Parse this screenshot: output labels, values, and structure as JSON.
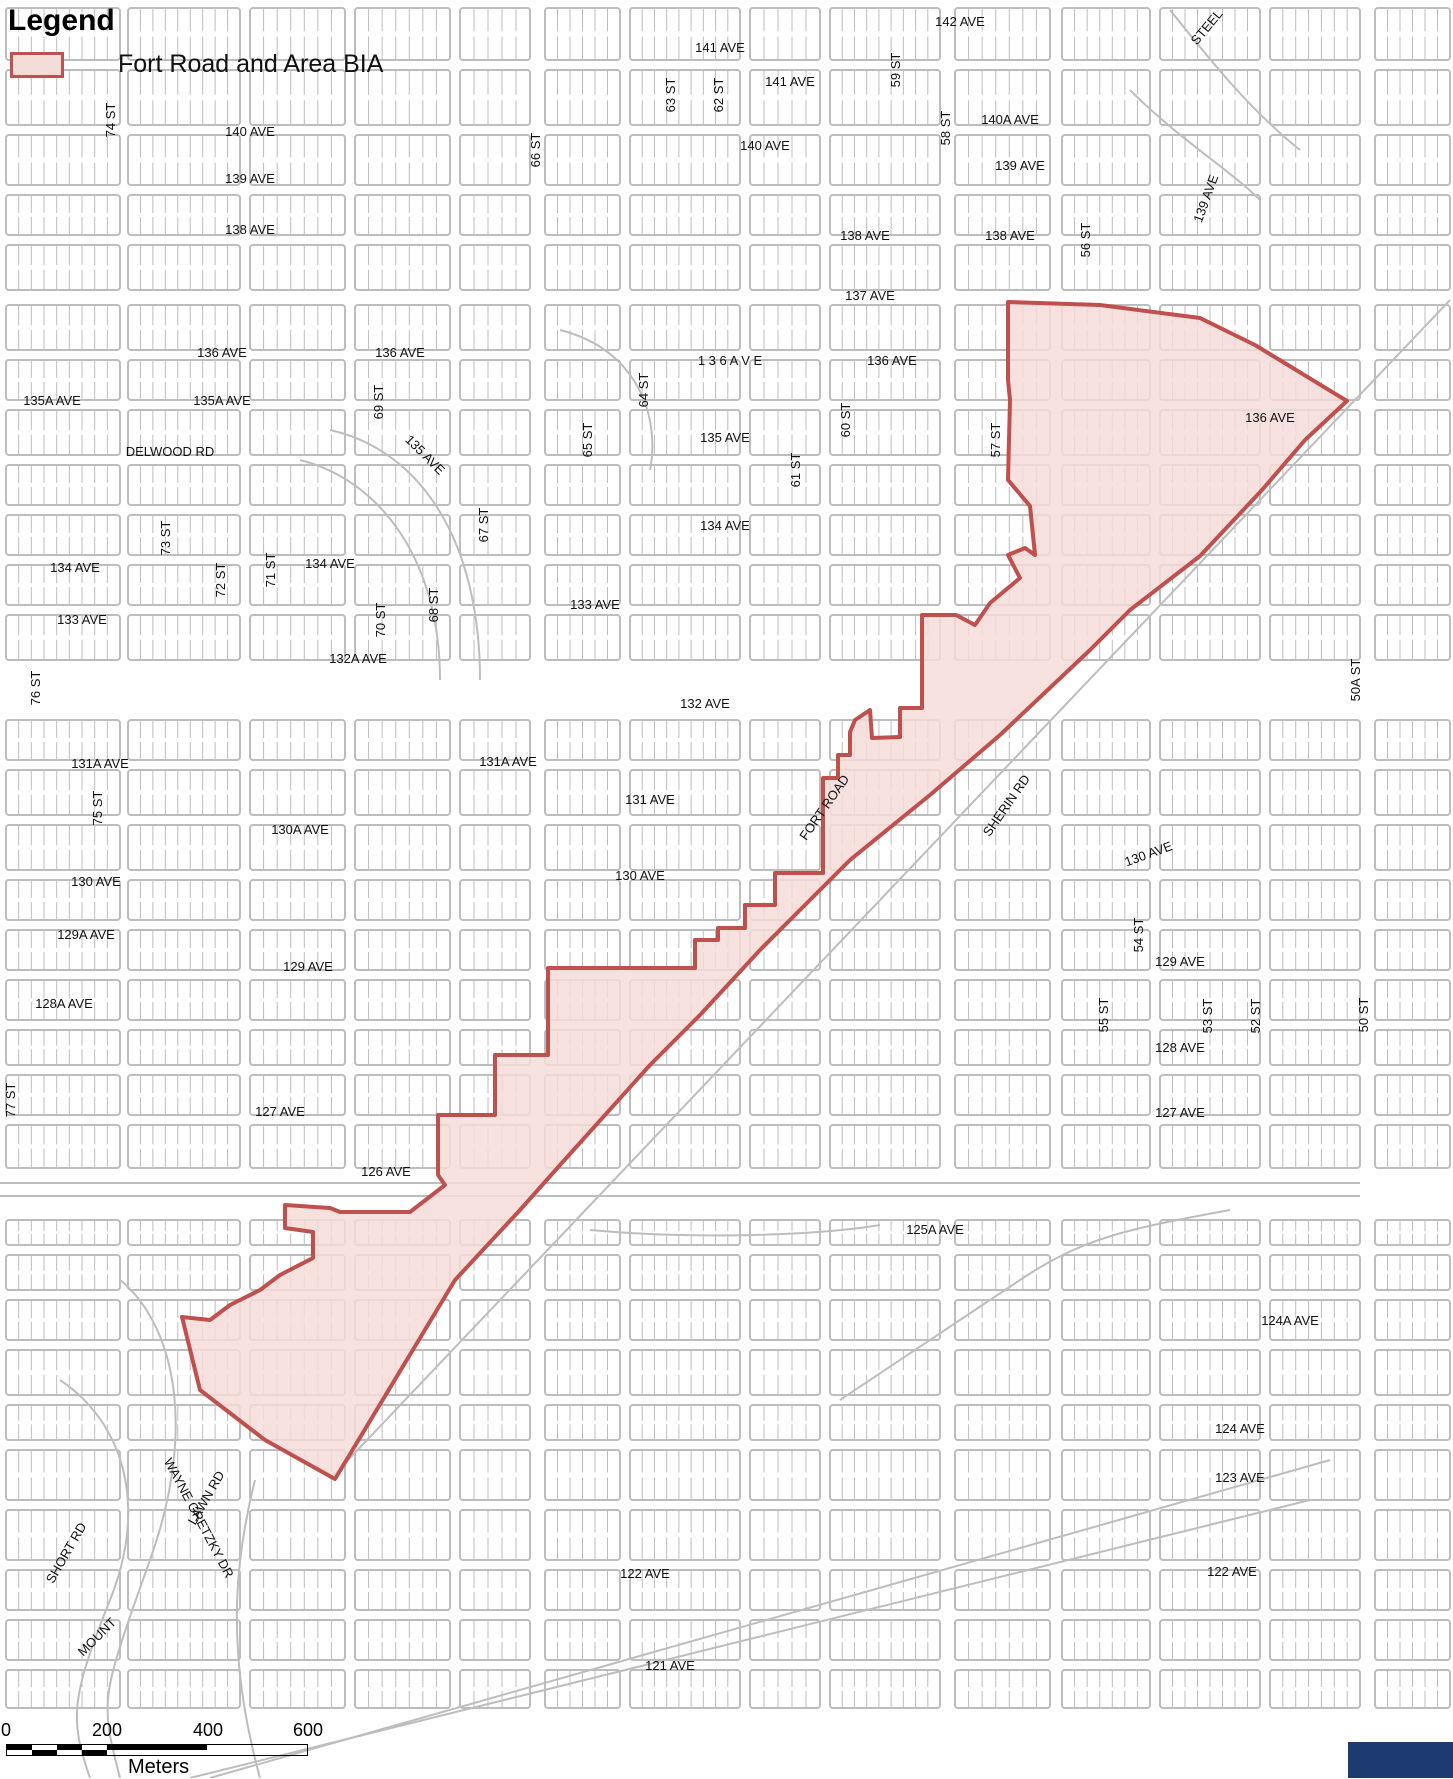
{
  "legend": {
    "title": "Legend",
    "items": [
      {
        "label": "Fort Road and Area BIA",
        "fill": "#f4dcd9",
        "stroke": "#c0504d"
      }
    ]
  },
  "colors": {
    "street_lines": "#bdbdbd",
    "boundary": "#c0504d",
    "area_fill": "#f4dcd9",
    "text": "#111111"
  },
  "street_labels": [
    "142 AVE",
    "141 AVE",
    "141 AVE",
    "140A AVE",
    "140 AVE",
    "140 AVE",
    "139 AVE",
    "139 AVE",
    "139 AVE",
    "138 AVE",
    "138 AVE",
    "138 AVE",
    "137 AVE",
    "136 AVE",
    "136 AVE",
    "1 3 6   A V E",
    "136 AVE",
    "136 AVE",
    "135A AVE",
    "135A AVE",
    "135 AVE",
    "135 AVE",
    "DELWOOD RD",
    "134 AVE",
    "134 AVE",
    "134 AVE",
    "133 AVE",
    "133 AVE",
    "132A AVE",
    "132 AVE",
    "131A AVE",
    "131A AVE",
    "131 AVE",
    "130A AVE",
    "130 AVE",
    "130 AVE",
    "130 AVE",
    "129A AVE",
    "129 AVE",
    "129 AVE",
    "128A AVE",
    "128 AVE",
    "127 AVE",
    "127 AVE",
    "126 AVE",
    "125A AVE",
    "124A AVE",
    "124 AVE",
    "123 AVE",
    "122 AVE",
    "122 AVE",
    "121 AVE",
    "FORT ROAD",
    "SHERIN RD",
    "STEEL",
    "WAYNE GRETZKY DR",
    "LAWN RD",
    "SHORT RD",
    "MOUNT",
    "74 ST",
    "66 ST",
    "63 ST",
    "62 ST",
    "59 ST",
    "58 ST",
    "64 ST",
    "61 ST",
    "56 ST",
    "50A ST",
    "73 ST",
    "72 ST",
    "71 ST",
    "70 ST",
    "69 ST",
    "68 ST",
    "67 ST",
    "65 ST",
    "60 ST",
    "57 ST",
    "55 ST",
    "54 ST",
    "53 ST",
    "52 ST",
    "50 ST",
    "76 ST",
    "75 ST",
    "77 ST"
  ],
  "scale_bar": {
    "ticks": [
      "0",
      "200",
      "400",
      "600"
    ],
    "unit": "Meters"
  }
}
